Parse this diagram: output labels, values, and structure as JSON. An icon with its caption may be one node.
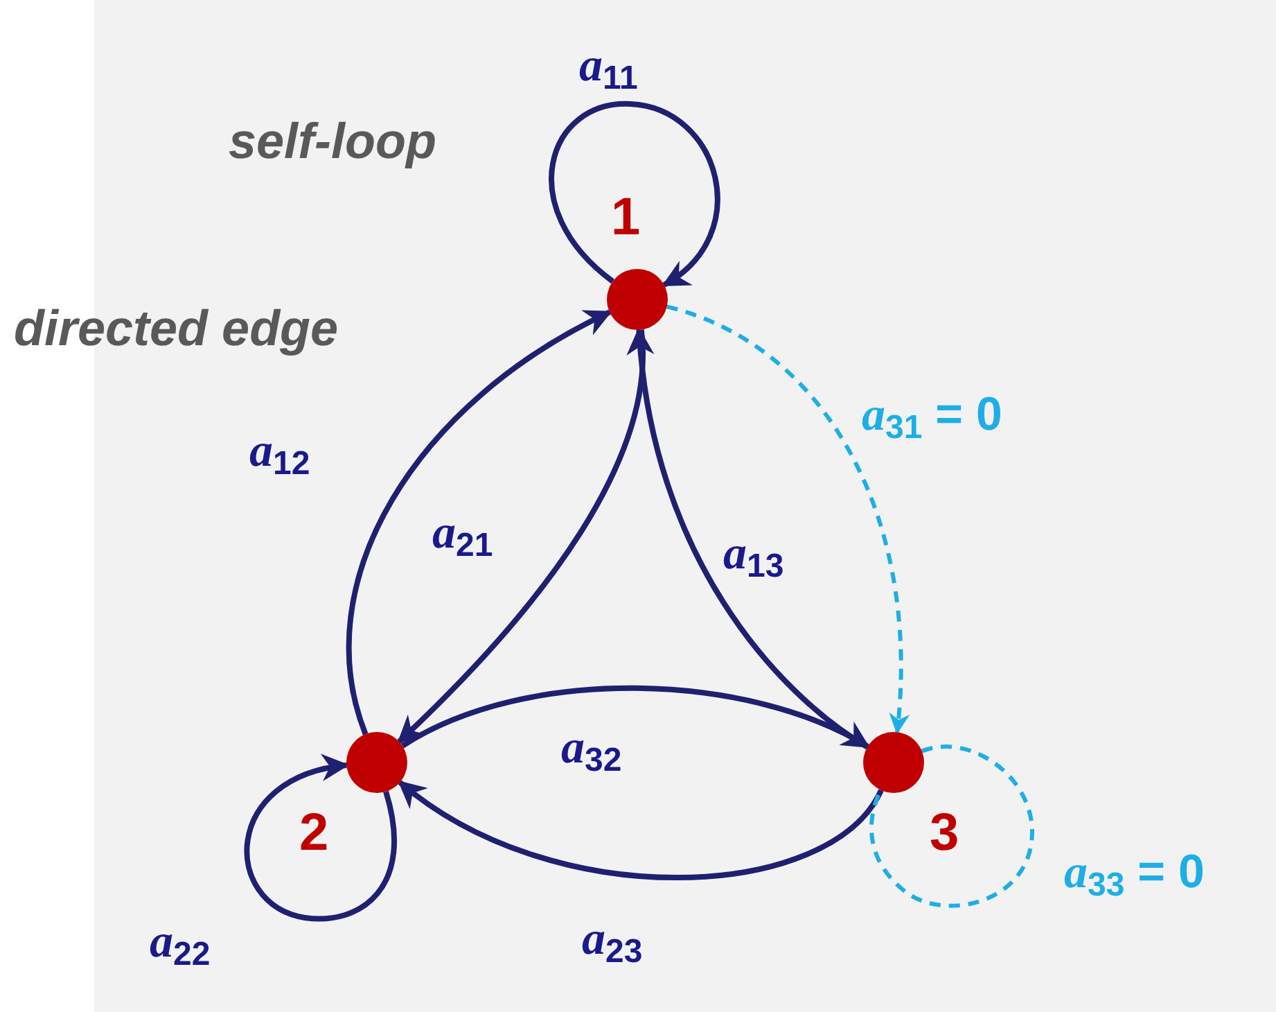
{
  "diagram": {
    "nodes": [
      {
        "text": [],
        "shape": "circle",
        "beside": [
          "1"
        ]
      },
      {
        "text": [],
        "shape": "circle",
        "beside": [
          "2"
        ]
      },
      {
        "text": [],
        "shape": "circle",
        "beside": [
          "3"
        ]
      }
    ],
    "edges": [
      {
        "from": 0,
        "to": 0,
        "arrow": "to",
        "label": "*a*$_{11}$"
      },
      {
        "from": 1,
        "to": 0,
        "arrow": "to",
        "label": "*a*$_{12}$"
      },
      {
        "from": 0,
        "to": 1,
        "arrow": "to",
        "label": "*a*$_{21}$"
      },
      {
        "from": 2,
        "to": 0,
        "arrow": "to",
        "label": "*a*$_{13}$"
      },
      {
        "from": 0,
        "to": 2,
        "arrow": "to",
        "label": "*a*$_{31}$ = 0",
        "style": "dashed",
        "color": "#1eaee6"
      },
      {
        "from": 1,
        "to": 2,
        "arrow": "to",
        "label": "*a*$_{32}$"
      },
      {
        "from": 2,
        "to": 1,
        "arrow": "to",
        "label": "*a*$_{23}$"
      },
      {
        "from": 1,
        "to": 1,
        "arrow": "to",
        "label": "*a*$_{22}$"
      },
      {
        "from": 2,
        "to": 2,
        "arrow": "none",
        "label": "*a*$_{33}$ = 0",
        "style": "dashed",
        "color": "#1eaee6"
      }
    ],
    "labels": [
      "self-loop",
      "directed edge"
    ]
  }
}
